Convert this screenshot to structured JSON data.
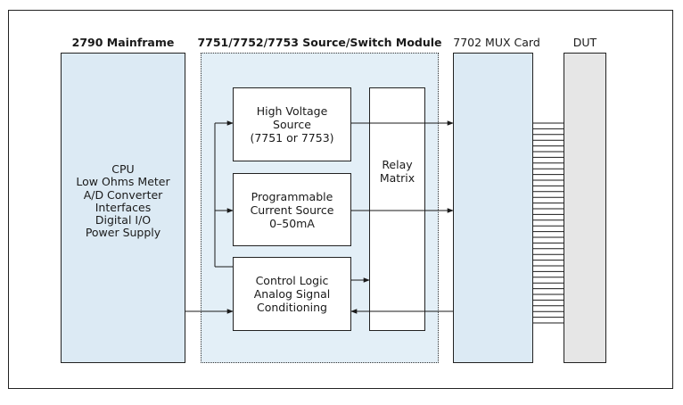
{
  "headers": {
    "mainframe": "2790 Mainframe",
    "module": "7751/7752/7753 Source/Switch Module",
    "mux": "7702 MUX Card",
    "dut": "DUT"
  },
  "mainframe_lines": [
    "CPU",
    "Low Ohms Meter",
    "A/D Converter",
    "Interfaces",
    "Digital I/O",
    "Power Supply"
  ],
  "hv_source_lines": [
    "High Voltage",
    "Source",
    "(7751 or 7753)"
  ],
  "current_source_lines": [
    "Programmable",
    "Current Source",
    "0–50mA"
  ],
  "control_logic_lines": [
    "Control Logic",
    "Analog Signal",
    "Conditioning"
  ],
  "relay_matrix_lines": [
    "Relay",
    "Matrix"
  ],
  "colors": {
    "block_fill": "#dceaf4",
    "module_fill": "#e3eff7",
    "dut_fill": "#e6e6e6",
    "line": "#1a1a1a"
  }
}
